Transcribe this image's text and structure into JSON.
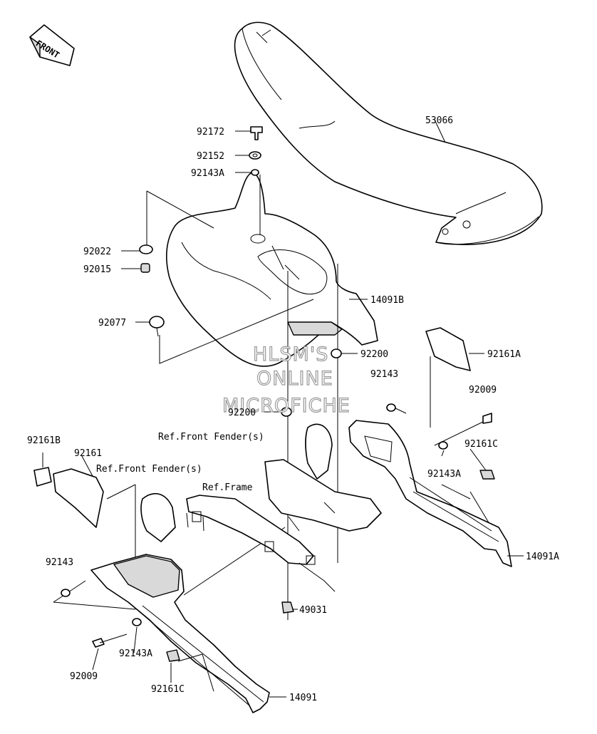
{
  "front_label": "FRONT",
  "watermark": [
    "HLSM'S",
    "ONLINE",
    "MICROFICHE"
  ],
  "labels": {
    "p53066": "53066",
    "p92172": "92172",
    "p92152": "92152",
    "p92143A_top": "92143A",
    "p92022": "92022",
    "p92015": "92015",
    "p92077": "92077",
    "p14091B": "14091B",
    "p92200_a": "92200",
    "p92161A": "92161A",
    "p92143_right": "92143",
    "p92009_right": "92009",
    "p92200_b": "92200",
    "ref_front_fender_1": "Ref.Front Fender(s)",
    "p92161C_right": "92161C",
    "p92143A_right": "92143A",
    "p92161B": "92161B",
    "p92161": "92161",
    "ref_front_fender_2": "Ref.Front Fender(s)",
    "ref_frame": "Ref.Frame",
    "p14091A": "14091A",
    "p92143_left": "92143",
    "p49031": "49031",
    "p92143A_bottom": "92143A",
    "p92009_left": "92009",
    "p92161C_bottom": "92161C",
    "p14091": "14091"
  }
}
